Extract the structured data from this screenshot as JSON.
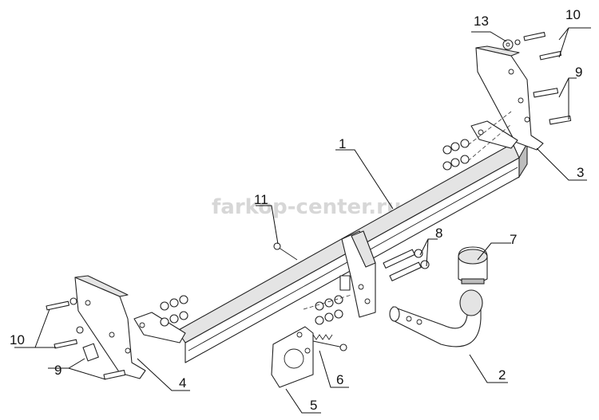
{
  "watermark": "farkop-center.ru",
  "callouts": {
    "c1": "1",
    "c2": "2",
    "c3": "3",
    "c4": "4",
    "c5": "5",
    "c6": "6",
    "c7": "7",
    "c8": "8",
    "c9_right": "9",
    "c9_left": "9",
    "c10_right": "10",
    "c10_left": "10",
    "c11": "11",
    "c13": "13"
  }
}
